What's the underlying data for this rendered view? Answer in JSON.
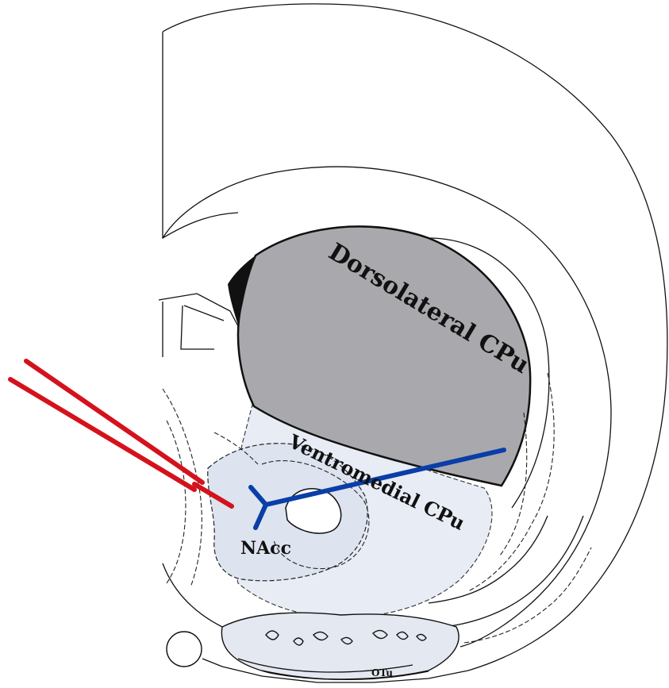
{
  "diagram": {
    "regions": {
      "dorsolateral": {
        "label": "Dorsolateral CPu",
        "fill": "#a9a9ad"
      },
      "ventromedial": {
        "label": "Ventromedial CPu",
        "fill": "#e8ecf4"
      },
      "nacc": {
        "label": "NAcc",
        "fill": "#dde3ef"
      },
      "ot": {
        "label": "OTu"
      }
    },
    "colors": {
      "electrode": "#d4121c",
      "projection": "#0a3ea8",
      "outline": "#111111"
    }
  }
}
